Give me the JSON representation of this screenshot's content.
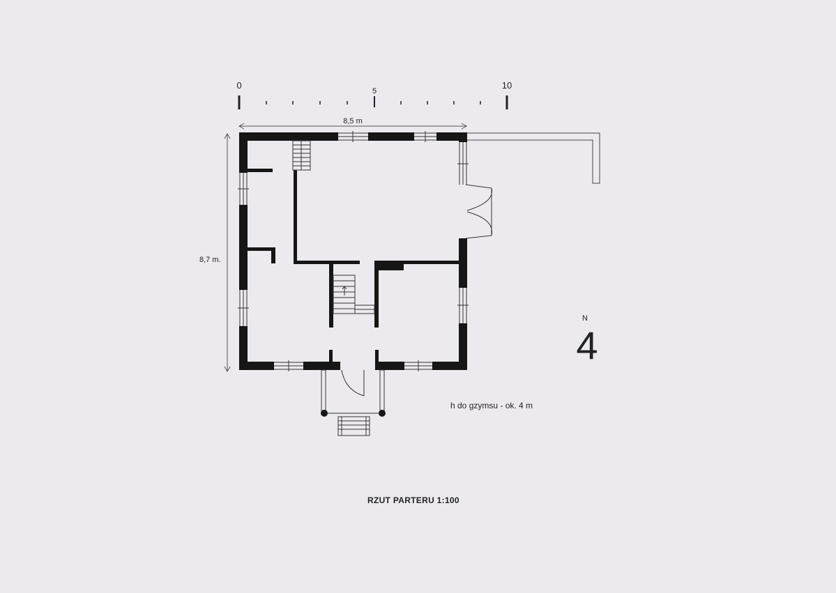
{
  "scale_bar": {
    "label_start": "0",
    "label_mid": "5",
    "label_end": "10"
  },
  "dimensions": {
    "width_label": "8,5 m",
    "height_label": "8,7 m."
  },
  "north_arrow": {
    "letter": "N",
    "glyph": "4"
  },
  "notes": {
    "cornice_height": "h do gzymsu - ok. 4 m"
  },
  "title": "RZUT PARTERU 1:100",
  "colors": {
    "wall": "#161616",
    "line": "#333333",
    "paper": "#eceaee"
  }
}
